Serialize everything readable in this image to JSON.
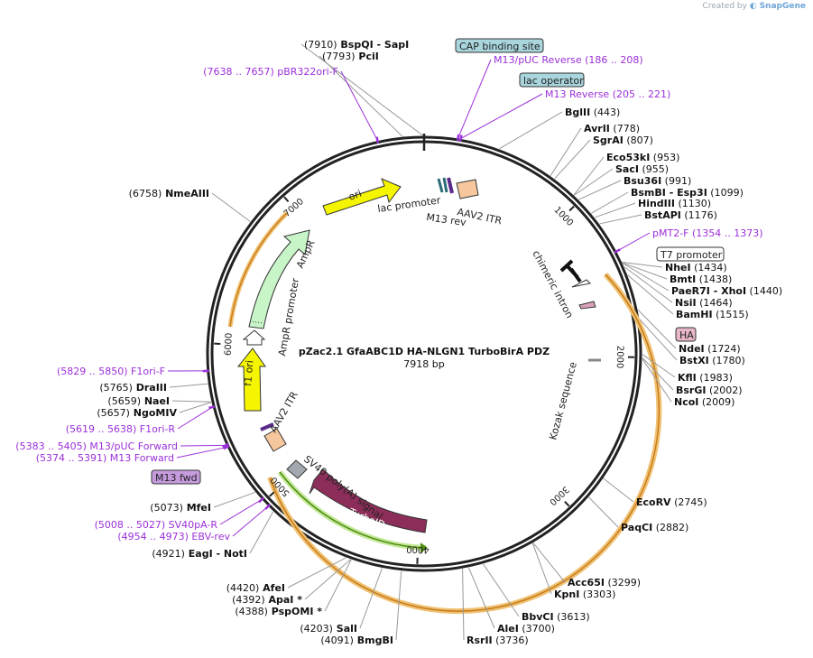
{
  "credit": {
    "prefix": "Created by",
    "brand": "SnapGene"
  },
  "plasmid": {
    "name": "pZac2.1 GfaABC1D HA-NLGN1 TurboBirA PDZ",
    "size_label": "7918 bp",
    "length": 7918
  },
  "ticks": [
    {
      "pos": 1000,
      "label": "1000"
    },
    {
      "pos": 2000,
      "label": "2000"
    },
    {
      "pos": 3000,
      "label": "3000"
    },
    {
      "pos": 4000,
      "label": "4000"
    },
    {
      "pos": 5000,
      "label": "5000"
    },
    {
      "pos": 6000,
      "label": "6000"
    },
    {
      "pos": 7000,
      "label": "7000"
    }
  ],
  "sites": [
    {
      "parts": [
        {
          "t": "(7910)",
          "b": false
        },
        {
          "t": " BspQI",
          "b": true
        },
        {
          "t": "  - SapI",
          "b": true
        }
      ],
      "pos": 7910,
      "side": "top"
    },
    {
      "parts": [
        {
          "t": "(7793)",
          "b": false
        },
        {
          "t": " PciI",
          "b": true
        }
      ],
      "pos": 7793,
      "side": "top"
    },
    {
      "parts": [
        {
          "t": "(7638 .. 7657)  pBR322ori-F",
          "b": false
        }
      ],
      "pos": 7647,
      "side": "left",
      "purple": true
    },
    {
      "parts": [
        {
          "t": "(6758)",
          "b": false
        },
        {
          "t": "  NmeAIII",
          "b": true
        }
      ],
      "pos": 6758,
      "side": "left"
    },
    {
      "parts": [
        {
          "t": "(5829 .. 5850)  F1ori-F",
          "b": false
        }
      ],
      "pos": 5840,
      "side": "left",
      "purple": true
    },
    {
      "parts": [
        {
          "t": "(5765)",
          "b": false
        },
        {
          "t": "  DraIII",
          "b": true
        }
      ],
      "pos": 5765,
      "side": "left"
    },
    {
      "parts": [
        {
          "t": "(5659)",
          "b": false
        },
        {
          "t": "  NaeI",
          "b": true
        }
      ],
      "pos": 5659,
      "side": "left"
    },
    {
      "parts": [
        {
          "t": "(5657)",
          "b": false
        },
        {
          "t": "  NgoMIV",
          "b": true
        }
      ],
      "pos": 5657,
      "side": "left"
    },
    {
      "parts": [
        {
          "t": "(5619 .. 5638)  F1ori-R",
          "b": false
        }
      ],
      "pos": 5628,
      "side": "left",
      "purple": true
    },
    {
      "parts": [
        {
          "t": "(5383 .. 5405)  M13/pUC Forward",
          "b": false
        }
      ],
      "pos": 5394,
      "side": "left",
      "purple": true
    },
    {
      "parts": [
        {
          "t": "(5374 .. 5391)  M13 Forward",
          "b": false
        }
      ],
      "pos": 5382,
      "side": "left",
      "purple": true
    },
    {
      "parts": [
        {
          "t": "(5073)",
          "b": false
        },
        {
          "t": "  MfeI",
          "b": true
        }
      ],
      "pos": 5073,
      "side": "left"
    },
    {
      "parts": [
        {
          "t": "(5008 .. 5027)  SV40pA-R",
          "b": false
        }
      ],
      "pos": 5017,
      "side": "left",
      "purple": true
    },
    {
      "parts": [
        {
          "t": "(4954 .. 4973)  EBV-rev",
          "b": false
        }
      ],
      "pos": 4963,
      "side": "left",
      "purple": true
    },
    {
      "parts": [
        {
          "t": "(4921)",
          "b": false
        },
        {
          "t": "  EagI",
          "b": true
        },
        {
          "t": "  - NotI",
          "b": true
        }
      ],
      "pos": 4921,
      "side": "left"
    },
    {
      "parts": [
        {
          "t": "(4420)",
          "b": false
        },
        {
          "t": "  AfeI",
          "b": true
        }
      ],
      "pos": 4420,
      "side": "bottom"
    },
    {
      "parts": [
        {
          "t": "(4392)",
          "b": false
        },
        {
          "t": "  ApaI *",
          "b": true
        }
      ],
      "pos": 4392,
      "side": "bottom"
    },
    {
      "parts": [
        {
          "t": "(4388)",
          "b": false
        },
        {
          "t": "  PspOMI *",
          "b": true
        }
      ],
      "pos": 4388,
      "side": "bottom"
    },
    {
      "parts": [
        {
          "t": "(4203)",
          "b": false
        },
        {
          "t": "  SalI",
          "b": true
        }
      ],
      "pos": 4203,
      "side": "bottom"
    },
    {
      "parts": [
        {
          "t": "(4091)",
          "b": false
        },
        {
          "t": "  BmgBI",
          "b": true
        }
      ],
      "pos": 4091,
      "side": "bottom"
    },
    {
      "parts": [
        {
          "t": "RsrII",
          "b": true
        },
        {
          "t": "  (3736)",
          "b": false
        }
      ],
      "pos": 3736,
      "side": "bottom"
    },
    {
      "parts": [
        {
          "t": "AleI",
          "b": true
        },
        {
          "t": "  (3700)",
          "b": false
        }
      ],
      "pos": 3700,
      "side": "bottom"
    },
    {
      "parts": [
        {
          "t": "BbvCI",
          "b": true
        },
        {
          "t": "  (3613)",
          "b": false
        }
      ],
      "pos": 3613,
      "side": "bottom"
    },
    {
      "parts": [
        {
          "t": "KpnI",
          "b": true
        },
        {
          "t": "  (3303)",
          "b": false
        }
      ],
      "pos": 3303,
      "side": "bottom"
    },
    {
      "parts": [
        {
          "t": "Acc65I",
          "b": true
        },
        {
          "t": "  (3299)",
          "b": false
        }
      ],
      "pos": 3299,
      "side": "bottom"
    },
    {
      "parts": [
        {
          "t": "PaqCI",
          "b": true
        },
        {
          "t": "  (2882)",
          "b": false
        }
      ],
      "pos": 2882,
      "side": "right"
    },
    {
      "parts": [
        {
          "t": "EcoRV",
          "b": true
        },
        {
          "t": "  (2745)",
          "b": false
        }
      ],
      "pos": 2745,
      "side": "right"
    },
    {
      "parts": [
        {
          "t": "NcoI",
          "b": true
        },
        {
          "t": "  (2009)",
          "b": false
        }
      ],
      "pos": 2009,
      "side": "right"
    },
    {
      "parts": [
        {
          "t": "BsrGI",
          "b": true
        },
        {
          "t": "  (2002)",
          "b": false
        }
      ],
      "pos": 2002,
      "side": "right"
    },
    {
      "parts": [
        {
          "t": "KflI",
          "b": true
        },
        {
          "t": "  (1983)",
          "b": false
        }
      ],
      "pos": 1983,
      "side": "right"
    },
    {
      "parts": [
        {
          "t": "BstXI",
          "b": true
        },
        {
          "t": "  (1780)",
          "b": false
        }
      ],
      "pos": 1780,
      "side": "right"
    },
    {
      "parts": [
        {
          "t": "NdeI",
          "b": true
        },
        {
          "t": "  (1724)",
          "b": false
        }
      ],
      "pos": 1724,
      "side": "right"
    },
    {
      "parts": [
        {
          "t": "BamHI",
          "b": true
        },
        {
          "t": "  (1515)",
          "b": false
        }
      ],
      "pos": 1515,
      "side": "right"
    },
    {
      "parts": [
        {
          "t": "NsiI",
          "b": true
        },
        {
          "t": "  (1464)",
          "b": false
        }
      ],
      "pos": 1464,
      "side": "right"
    },
    {
      "parts": [
        {
          "t": "PaeR7I",
          "b": true
        },
        {
          "t": "  - XhoI",
          "b": true
        },
        {
          "t": "   (1440)",
          "b": false
        }
      ],
      "pos": 1440,
      "side": "right"
    },
    {
      "parts": [
        {
          "t": "BmtI",
          "b": true
        },
        {
          "t": "  (1438)",
          "b": false
        }
      ],
      "pos": 1438,
      "side": "right"
    },
    {
      "parts": [
        {
          "t": "NheI",
          "b": true
        },
        {
          "t": "  (1434)",
          "b": false
        }
      ],
      "pos": 1434,
      "side": "right"
    },
    {
      "parts": [
        {
          "t": "pMT2-F",
          "b": false
        },
        {
          "t": "   (1354 .. 1373)",
          "b": false
        }
      ],
      "pos": 1363,
      "side": "right",
      "purple": true
    },
    {
      "parts": [
        {
          "t": "BstAPI",
          "b": true
        },
        {
          "t": "  (1176)",
          "b": false
        }
      ],
      "pos": 1176,
      "side": "right"
    },
    {
      "parts": [
        {
          "t": "HindIII",
          "b": true
        },
        {
          "t": "  (1130)",
          "b": false
        }
      ],
      "pos": 1130,
      "side": "right"
    },
    {
      "parts": [
        {
          "t": "BsmBI",
          "b": true
        },
        {
          "t": "  - Esp3I",
          "b": true
        },
        {
          "t": "   (1099)",
          "b": false
        }
      ],
      "pos": 1099,
      "side": "right"
    },
    {
      "parts": [
        {
          "t": "Bsu36I",
          "b": true
        },
        {
          "t": "  (991)",
          "b": false
        }
      ],
      "pos": 991,
      "side": "right"
    },
    {
      "parts": [
        {
          "t": "SacI",
          "b": true
        },
        {
          "t": "  (955)",
          "b": false
        }
      ],
      "pos": 955,
      "side": "right"
    },
    {
      "parts": [
        {
          "t": "Eco53kI",
          "b": true
        },
        {
          "t": "  (953)",
          "b": false
        }
      ],
      "pos": 953,
      "side": "right"
    },
    {
      "parts": [
        {
          "t": "SgrAI",
          "b": true
        },
        {
          "t": "  (807)",
          "b": false
        }
      ],
      "pos": 807,
      "side": "right"
    },
    {
      "parts": [
        {
          "t": "AvrII",
          "b": true
        },
        {
          "t": "  (778)",
          "b": false
        }
      ],
      "pos": 778,
      "side": "right"
    },
    {
      "parts": [
        {
          "t": "BglII",
          "b": true
        },
        {
          "t": "  (443)",
          "b": false
        }
      ],
      "pos": 443,
      "side": "right"
    },
    {
      "parts": [
        {
          "t": "M13 Reverse",
          "b": false
        },
        {
          "t": "   (205 .. 221)",
          "b": false
        }
      ],
      "pos": 213,
      "side": "right",
      "purple": true
    },
    {
      "parts": [
        {
          "t": "M13/pUC Reverse",
          "b": false
        },
        {
          "t": "   (186 .. 208)",
          "b": false
        }
      ],
      "pos": 197,
      "side": "right",
      "purple": true
    }
  ],
  "boxes": [
    {
      "text": "CAP binding site",
      "style": "teal"
    },
    {
      "text": "lac operator",
      "style": "teal"
    },
    {
      "text": "T7 promoter",
      "style": "white"
    },
    {
      "text": "HA",
      "style": "pink"
    },
    {
      "text": "M13 fwd",
      "style": "purple"
    }
  ],
  "features": [
    {
      "name": "ori",
      "color": "#f5f500"
    },
    {
      "name": "AmpR",
      "color": "#c8f5c8"
    },
    {
      "name": "AmpR promoter",
      "color": "#ffffff"
    },
    {
      "name": "f1 ori",
      "color": "#f5f500"
    },
    {
      "name": "AAV2 ITR",
      "color": "#f6c79c"
    },
    {
      "name": "SV40 poly(A) signal",
      "color": "#a3a8b0"
    },
    {
      "name": "TurboID",
      "color": "#8d2e5a"
    },
    {
      "name": "Kozak sequence",
      "color": "#888888"
    },
    {
      "name": "chimeric intron",
      "color": "#111111"
    },
    {
      "name": "lac promoter",
      "color": "#ffffff"
    },
    {
      "name": "M13 rev",
      "color": "#ffffff"
    },
    {
      "name": "AAV2 ITR",
      "color": "#f6c79c"
    }
  ],
  "colors": {
    "backbone": "#222222",
    "primer": "#9b30d9",
    "orange_arc": "#f0c070",
    "green_arc": "#6aa820"
  }
}
